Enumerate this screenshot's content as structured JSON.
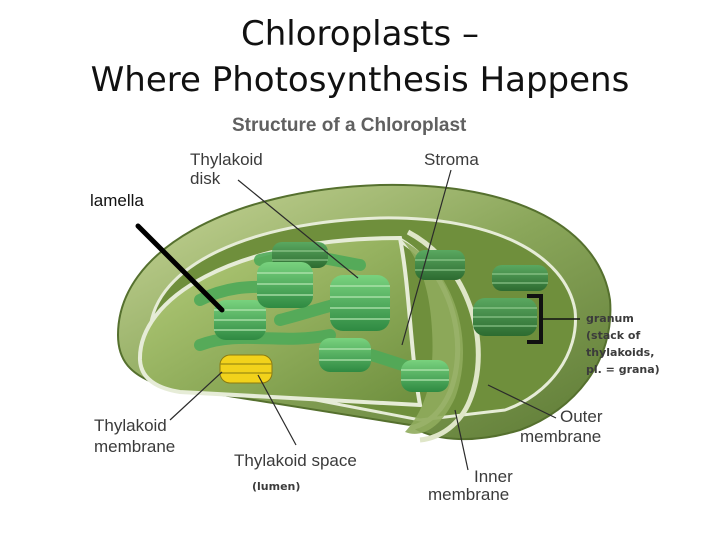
{
  "slide": {
    "title_line1": "Chloroplasts –",
    "title_line2": "Where Photosynthesis Happens"
  },
  "diagram": {
    "heading": "Structure of a Chloroplast",
    "labels": {
      "thylakoid_disk_1": "Thylakoid",
      "thylakoid_disk_2": "disk",
      "stroma": "Stroma",
      "lamella": "lamella",
      "granum_1": "granum",
      "granum_2": "(stack of",
      "granum_3": "thylakoids,",
      "granum_4": "pl. = grana)",
      "thylakoid_membrane_1": "Thylakoid",
      "thylakoid_membrane_2": "membrane",
      "thylakoid_space": "Thylakoid space",
      "lumen": "(lumen)",
      "outer_membrane_1": "Outer",
      "outer_membrane_2": "membrane",
      "inner_membrane_1": "Inner",
      "inner_membrane_2": "membrane"
    },
    "colors": {
      "outer_shell": "#8aa65a",
      "stroma": "#a9c26f",
      "thylakoid": "#3e9e4f",
      "thylakoid_light": "#5cc06a",
      "lumen_highlight": "#f2d21b",
      "membrane_edge": "#e6ecd7"
    }
  }
}
